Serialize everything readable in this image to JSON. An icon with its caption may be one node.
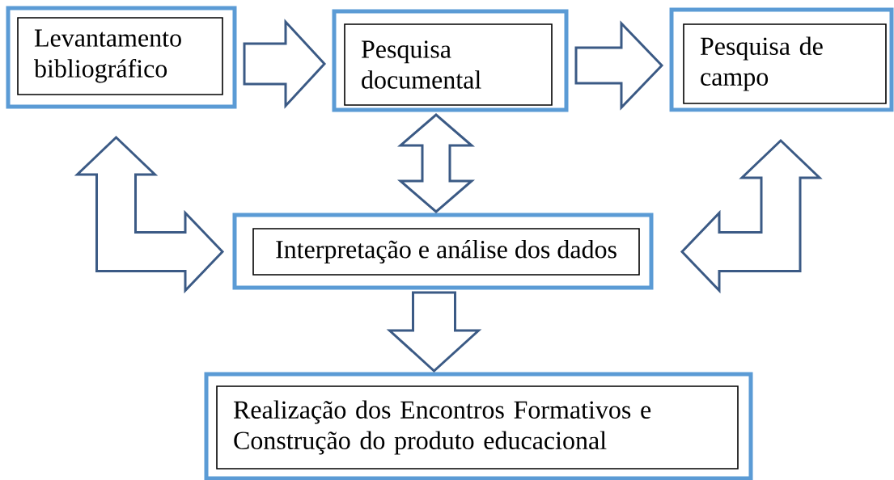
{
  "diagram": {
    "nodes": [
      {
        "text": [
          "Levantamento bibliográfico"
        ]
      },
      {
        "text": [
          "Pesquisa documental"
        ]
      },
      {
        "text": [
          "Pesquisa de campo"
        ]
      },
      {
        "text": [
          "Interpretação e análise dos dados"
        ]
      },
      {
        "text": [
          "Realização dos Encontros Formativos e Construção do produto educacional"
        ]
      }
    ],
    "edges": [
      {
        "from": 0,
        "to": 1,
        "arrow": "to"
      },
      {
        "from": 1,
        "to": 2,
        "arrow": "to"
      },
      {
        "from": 1,
        "to": 3,
        "arrow": "both"
      },
      {
        "from": 0,
        "to": 3,
        "arrow": "both"
      },
      {
        "from": 3,
        "to": 2,
        "arrow": "both"
      },
      {
        "from": 3,
        "to": 4,
        "arrow": "to"
      }
    ]
  }
}
